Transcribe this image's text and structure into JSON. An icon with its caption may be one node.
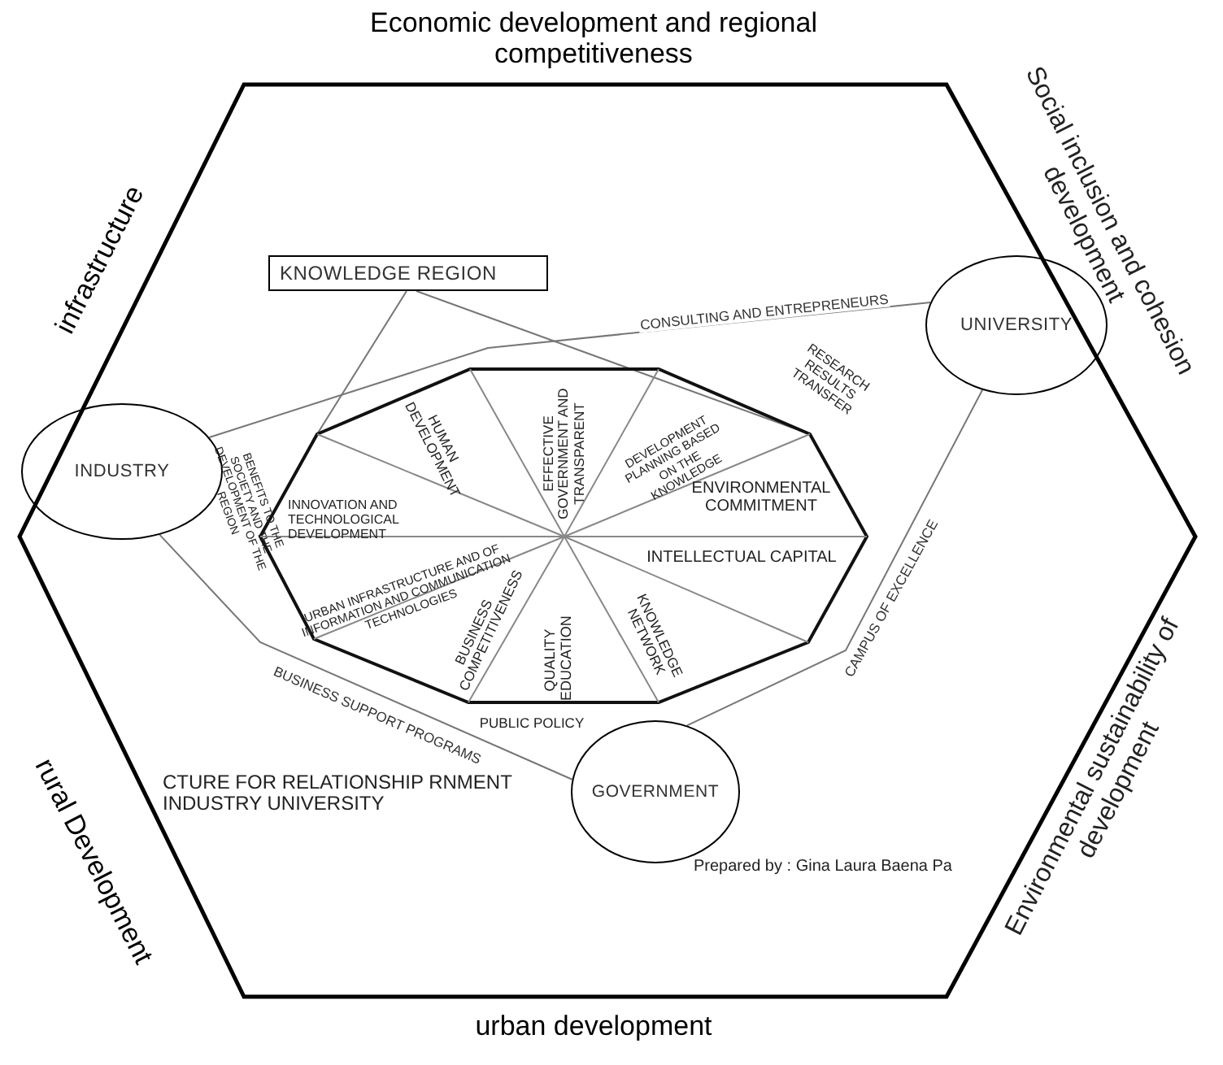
{
  "diagram": {
    "nodes": [
      {
        "text": [
          "KNOWLEDGE REGION"
        ]
      },
      {
        "text": [
          "UNIVERSITY"
        ]
      },
      {
        "text": [
          "INDUSTRY"
        ]
      },
      {
        "text": [],
        "shape": "decagon"
      },
      {
        "text": [
          "GOVERNMENT"
        ]
      }
    ],
    "edges": [
      {
        "from": 0,
        "to": 3,
        "arrow": "none"
      },
      {
        "from": 0,
        "to": 3,
        "arrow": "none"
      },
      {
        "from": 2,
        "to": 1,
        "arrow": "none",
        "label": "CONSULTING AND ENTREPRENEURS"
      },
      {
        "from": 2,
        "to": 4,
        "arrow": "none",
        "label": "BUSINESS SUPPORT PROGRAMS"
      },
      {
        "from": 1,
        "to": 4,
        "arrow": "none",
        "label": "CAMPUS OF EXCELLENCE"
      }
    ],
    "labels": [
      "Economic development and regional competitiveness",
      "Social inclusion and cohesion development",
      "infrastructure",
      "rural Development",
      "Environmental sustainability of development",
      "urban development",
      "HUMAN DEVELOPMENT",
      "EFFECTIVE GOVERNMENT AND TRANSPARENT",
      "DEVELOPMENT PLANNING BASED ON THE KNOWLEDGE",
      "ENVIRONMENTAL COMMITMENT",
      "INTELLECTUAL CAPITAL",
      "RESEARCH RESULTS TRANSFER",
      "BENEFITS TO THE SOCIETY AND THE DEVELOPMENT OF THE REGION",
      "INNOVATION AND TECHNOLOGICAL DEVELOPMENT",
      "URBAN INFRASTRUCTURE AND OF INFORMATION AND COMMUNICATION TECHNOLOGIES",
      "BUSINESS COMPETITIVENESS",
      "QUALITY EDUCATION",
      "KNOWLEDGE NETWORK",
      "PUBLIC POLICY",
      "CTURE FOR RELATIONSHIP RNMENT INDUSTRY UNIVERSITY",
      "Prepared by : Gina Laura Baena Pa"
    ]
  }
}
